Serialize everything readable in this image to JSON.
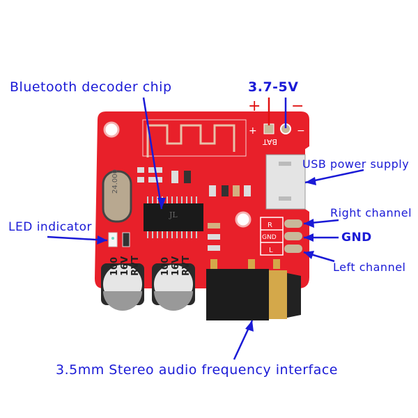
{
  "labels": {
    "chip": "Bluetooth decoder chip",
    "voltage": "3.7-5V",
    "plus": "+",
    "minus": "−",
    "usb": "USB power supply",
    "right": "Right channel",
    "gnd": "GND",
    "left": "Left channel",
    "led": "LED indicator",
    "jack": "3.5mm Stereo audio frequency interface"
  },
  "board": {
    "silk_plus": "+",
    "silk_minus": "−",
    "silk_bat": "BAT",
    "silk_r": "R",
    "silk_gnd": "GND",
    "silk_l": "L",
    "crystal": "24.000",
    "cap1": [
      "100",
      "16V",
      "RVT"
    ],
    "cap2": [
      "100",
      "16V",
      "RVT"
    ],
    "chip_logo": "JL"
  },
  "colors": {
    "label": "#1a1ad6",
    "pcb": "#e8202a",
    "plus_wire": "#e01010",
    "minus_wire": "#1a1ad6"
  }
}
